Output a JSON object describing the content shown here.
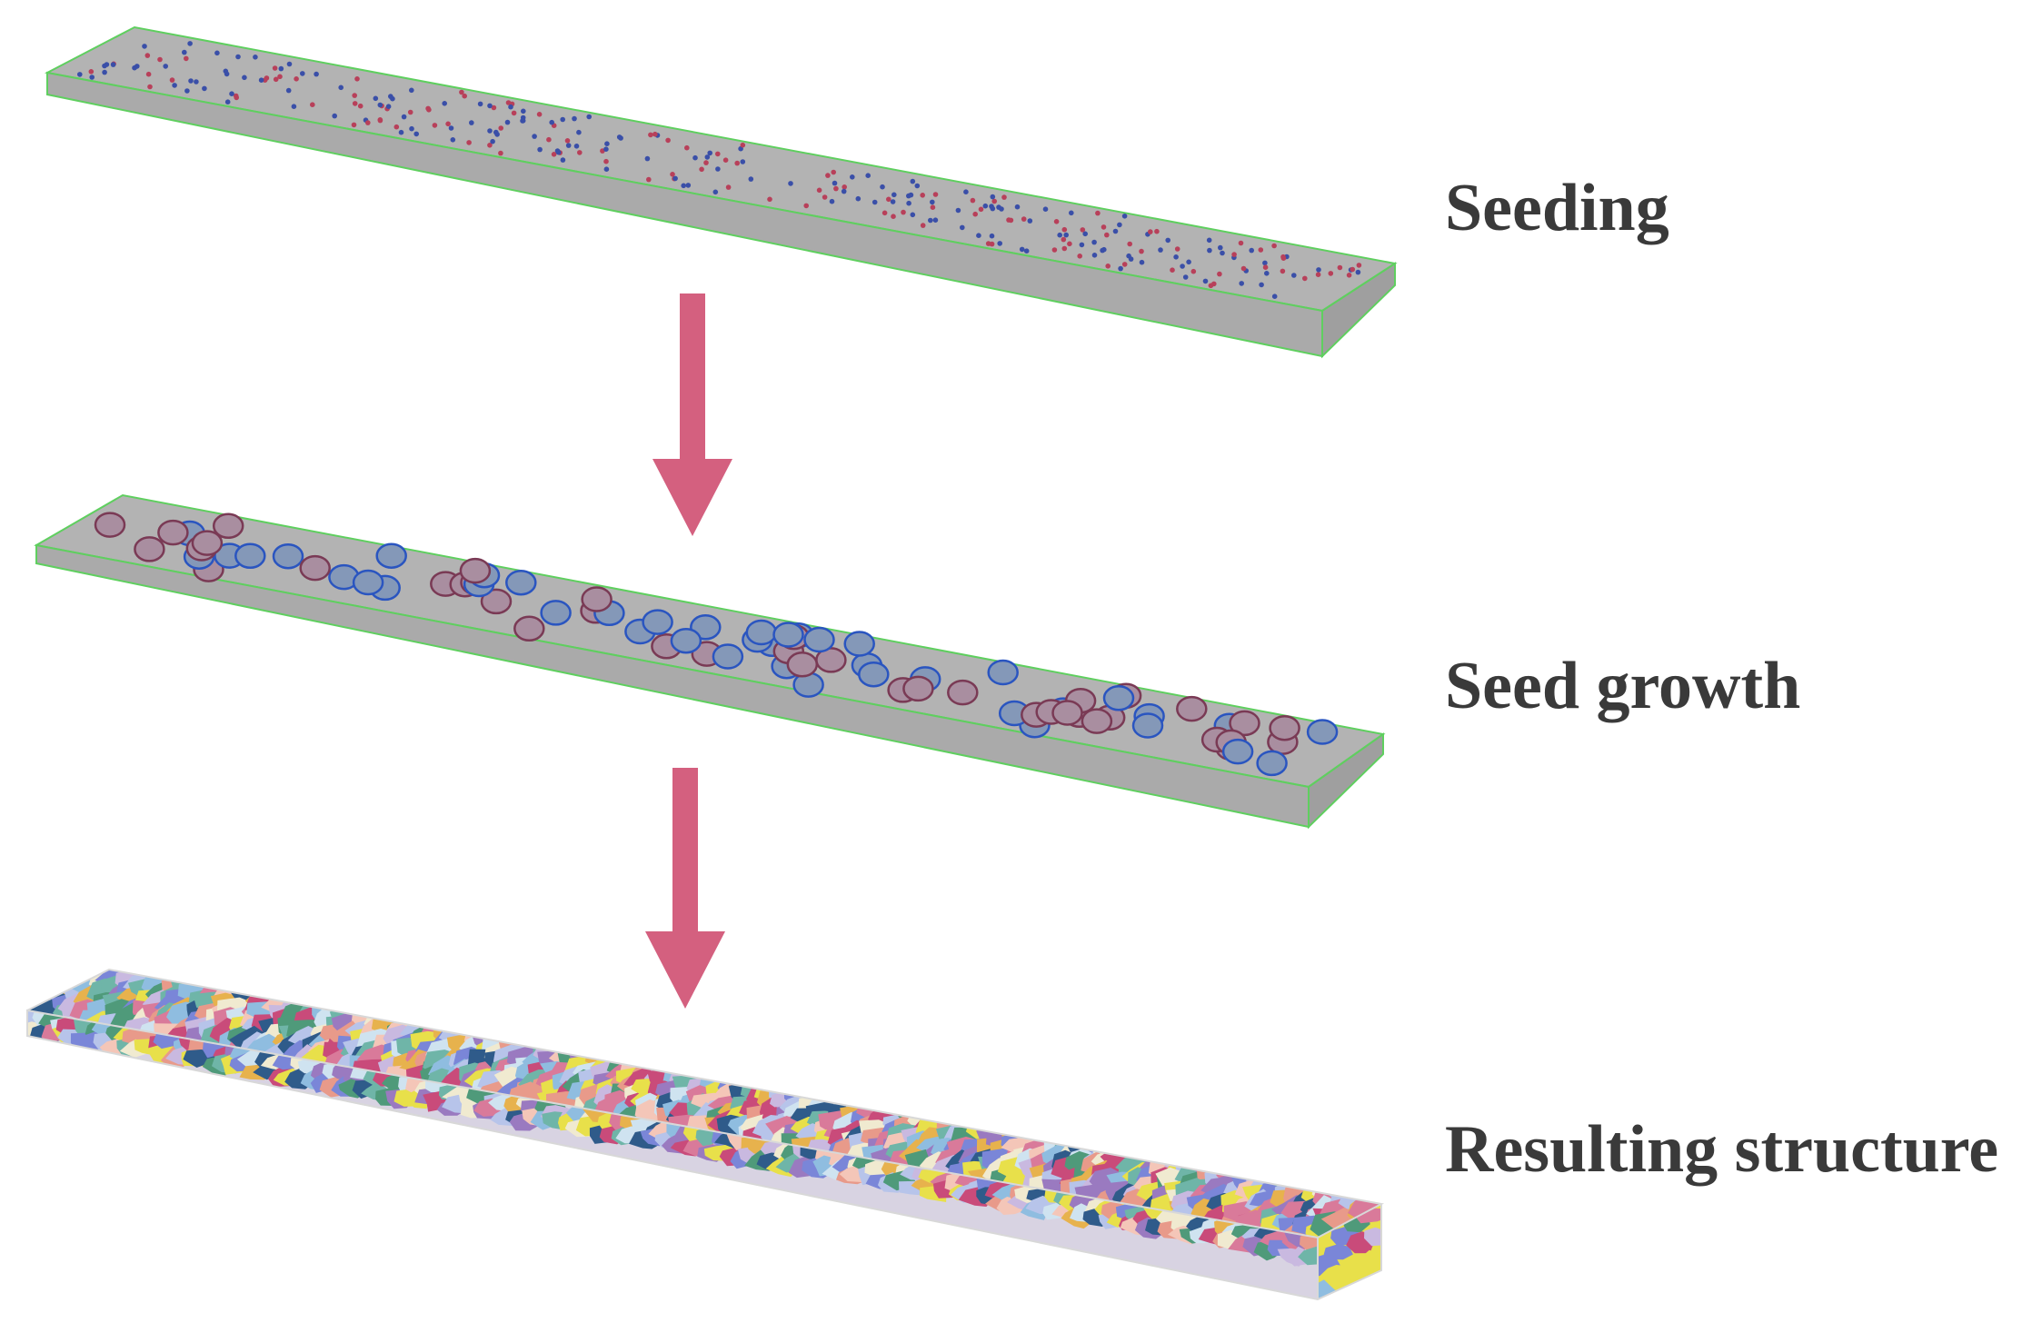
{
  "stages": [
    {
      "id": "seeding",
      "label": "Seeding",
      "icon": "slab-with-seed-points"
    },
    {
      "id": "growth",
      "label": "Seed growth",
      "icon": "slab-with-growing-grains"
    },
    {
      "id": "result",
      "label": "Resulting structure",
      "icon": "slab-with-grain-structure"
    }
  ],
  "colors": {
    "slab_fill": "#b3b3b3",
    "slab_edge": "#5fcf5f",
    "arrow": "#d4607f",
    "seed_red": "#b8405a",
    "seed_blue": "#3a4fa8",
    "grain_red_fill": "#a98ea0",
    "grain_red_edge": "#7a3a55",
    "grain_blue_fill": "#8498b8",
    "grain_blue_edge": "#2a55c0",
    "grain_palette": [
      "#e8e04a",
      "#c94b7a",
      "#7a86d8",
      "#b7c4ea",
      "#4f9a7a",
      "#e89a8a",
      "#f0ead0",
      "#9a7ac0",
      "#cfe3f0",
      "#d97a9a",
      "#2f5b8a",
      "#c9b9e0",
      "#e7b24d",
      "#6fb5a8",
      "#f4c6b8",
      "#8fbde0"
    ]
  }
}
